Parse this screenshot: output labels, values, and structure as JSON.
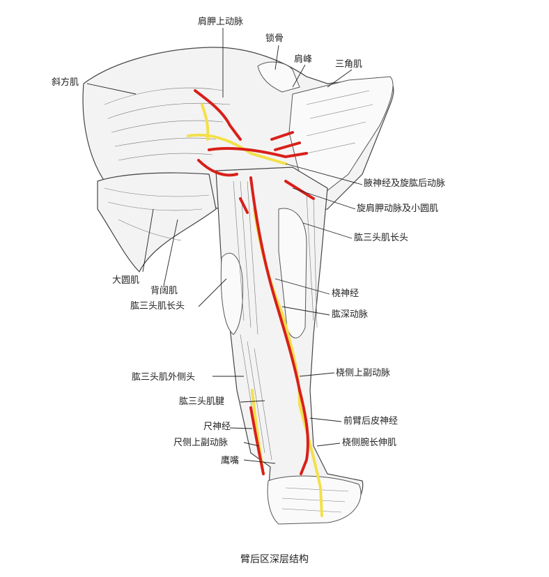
{
  "caption": "臂后区深层结构",
  "labels": {
    "suprascapular_artery": "肩胛上动脉",
    "clavicle": "锁骨",
    "acromion": "肩峰",
    "deltoid": "三角肌",
    "trapezius": "斜方肌",
    "axillary_nerve_pcha": "腋神经及旋肱后动脉",
    "circumflex_scapular_teres_minor": "旋肩胛动脉及小圆肌",
    "triceps_long_head_right": "肱三头肌长头",
    "teres_major": "大圆肌",
    "latissimus_dorsi": "背阔肌",
    "triceps_long_head_left": "肱三头肌长头",
    "radial_nerve": "桡神经",
    "deep_brachial_artery": "肱深动脉",
    "radial_collateral_artery": "桡侧上副动脉",
    "triceps_lateral_head": "肱三头肌外侧头",
    "triceps_tendon": "肱三头肌腱",
    "posterior_antebrachial_cutaneous_nerve": "前臂后皮神经",
    "ulnar_nerve": "尺神经",
    "superior_ulnar_collateral_artery": "尺侧上副动脉",
    "ecrl": "桡侧腕长伸肌",
    "olecranon": "鹰嘴"
  },
  "colors": {
    "artery": "#d8201a",
    "nerve": "#f3e04a",
    "outline": "#333333"
  }
}
